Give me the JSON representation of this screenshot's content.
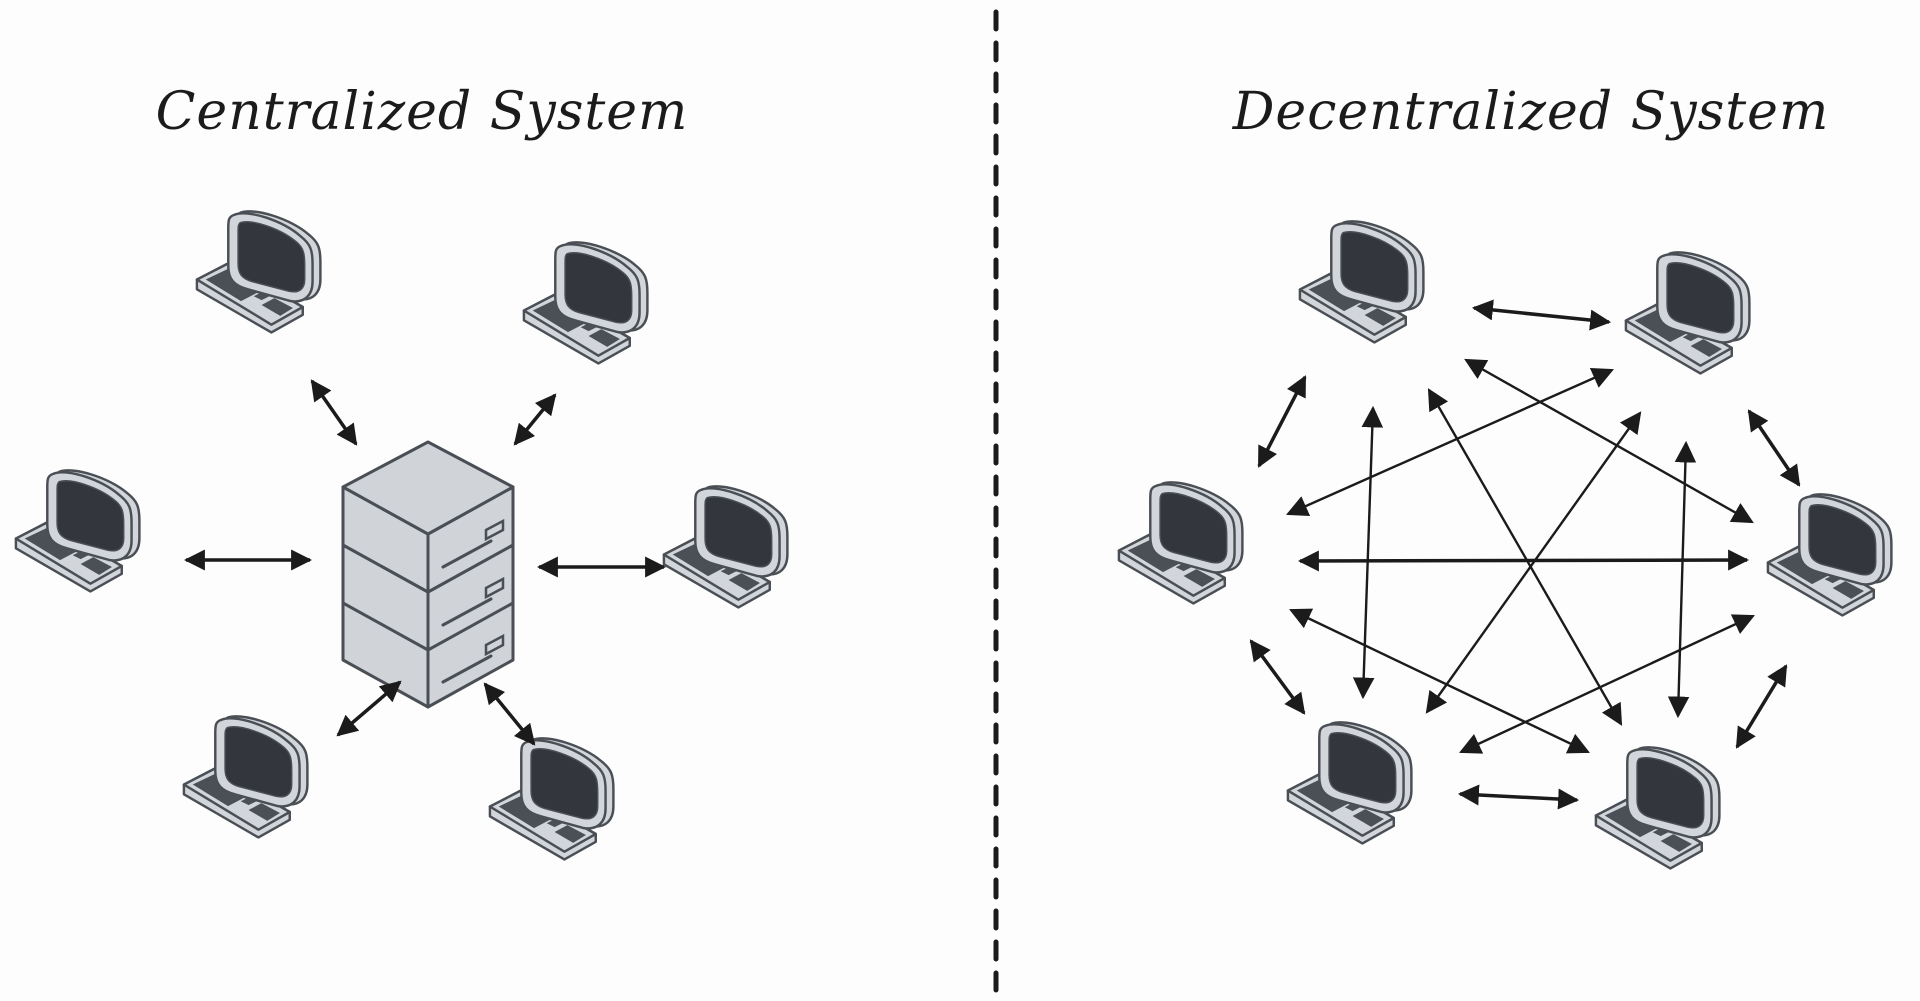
{
  "colors": {
    "background": "#fdfdfd",
    "ink": "#1b1b1b",
    "screen": "#33373d",
    "bezel": "#d2d5d9",
    "outline": "#4a4f55",
    "keys": "#4b5057",
    "server_face": "#d0d3d7",
    "server_outline": "#4a4f55"
  },
  "left_panel": {
    "title": "Centralized System",
    "hub": {
      "type": "server-stack",
      "units": 3
    },
    "nodes": [
      {
        "id": "c1",
        "type": "computer"
      },
      {
        "id": "c2",
        "type": "computer"
      },
      {
        "id": "c3",
        "type": "computer"
      },
      {
        "id": "c4",
        "type": "computer"
      },
      {
        "id": "c5",
        "type": "computer"
      },
      {
        "id": "c6",
        "type": "computer"
      }
    ],
    "links": [
      {
        "from": "c1",
        "to": "server",
        "direction": "bidirectional"
      },
      {
        "from": "c2",
        "to": "server",
        "direction": "bidirectional"
      },
      {
        "from": "c3",
        "to": "server",
        "direction": "bidirectional"
      },
      {
        "from": "c4",
        "to": "server",
        "direction": "bidirectional"
      },
      {
        "from": "c5",
        "to": "server",
        "direction": "bidirectional"
      },
      {
        "from": "c6",
        "to": "server",
        "direction": "bidirectional"
      }
    ]
  },
  "divider": {
    "style": "dashed"
  },
  "right_panel": {
    "title": "Decentralized System",
    "nodes": [
      {
        "id": "n1",
        "type": "computer"
      },
      {
        "id": "n2",
        "type": "computer"
      },
      {
        "id": "n3",
        "type": "computer"
      },
      {
        "id": "n4",
        "type": "computer"
      },
      {
        "id": "n5",
        "type": "computer"
      },
      {
        "id": "n6",
        "type": "computer"
      }
    ],
    "links": [
      {
        "from": "n1",
        "to": "n2",
        "direction": "bidirectional"
      },
      {
        "from": "n1",
        "to": "n3",
        "direction": "bidirectional"
      },
      {
        "from": "n2",
        "to": "n4",
        "direction": "bidirectional"
      },
      {
        "from": "n3",
        "to": "n5",
        "direction": "bidirectional"
      },
      {
        "from": "n4",
        "to": "n6",
        "direction": "bidirectional"
      },
      {
        "from": "n5",
        "to": "n6",
        "direction": "bidirectional"
      },
      {
        "from": "n3",
        "to": "n4",
        "direction": "bidirectional"
      },
      {
        "from": "n1",
        "to": "n5",
        "direction": "bidirectional"
      },
      {
        "from": "n2",
        "to": "n6",
        "direction": "bidirectional"
      },
      {
        "from": "n1",
        "to": "n4",
        "direction": "bidirectional"
      },
      {
        "from": "n2",
        "to": "n3",
        "direction": "bidirectional"
      },
      {
        "from": "n1",
        "to": "n6",
        "direction": "bidirectional"
      },
      {
        "from": "n2",
        "to": "n5",
        "direction": "bidirectional"
      },
      {
        "from": "n3",
        "to": "n6",
        "direction": "bidirectional"
      },
      {
        "from": "n4",
        "to": "n5",
        "direction": "bidirectional"
      }
    ]
  }
}
